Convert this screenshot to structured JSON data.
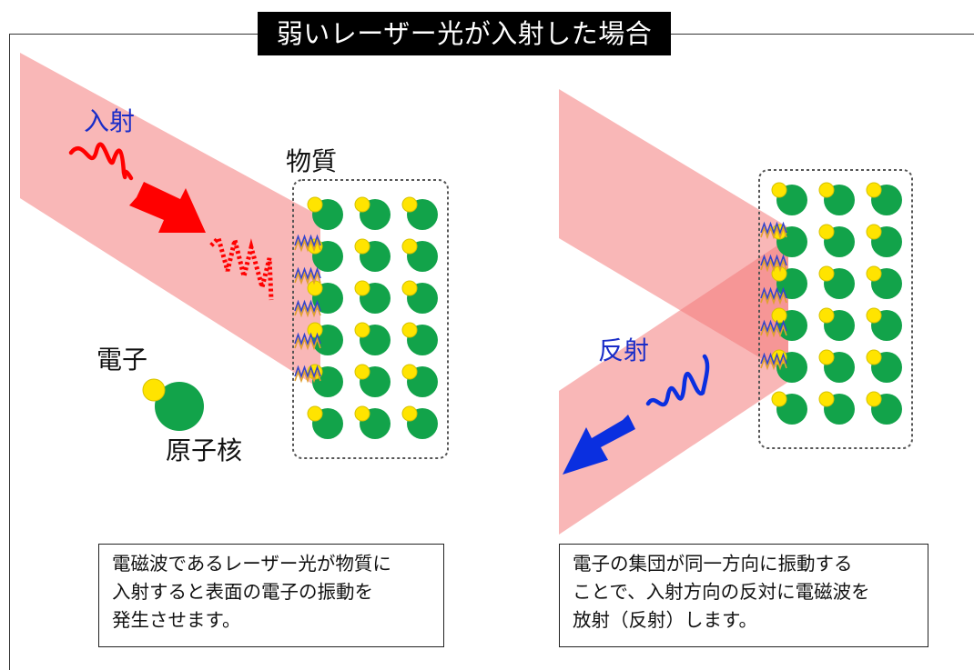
{
  "title": "弱いレーザー光が入射した場合",
  "labels": {
    "incident": "入射",
    "material": "物質",
    "electron": "電子",
    "nucleus": "原子核",
    "reflection": "反射"
  },
  "captions": {
    "left": [
      "電磁波であるレーザー光が物質に",
      "入射すると表面の電子の振動を",
      "発生させます。"
    ],
    "right": [
      "電子の集団が同一方向に振動する",
      "ことで、入射方向の反対に電磁波を",
      "放射（反射）します。"
    ]
  },
  "colors": {
    "beam": "#f47b7b",
    "nucleus": "#12a34a",
    "electron": "#ffe400",
    "incident_arrow": "#ff0000",
    "reflect_arrow": "#0a2fe0",
    "label_blue": "#1a2dc8"
  },
  "atom_grid": {
    "rows": 6,
    "cols": 3
  }
}
